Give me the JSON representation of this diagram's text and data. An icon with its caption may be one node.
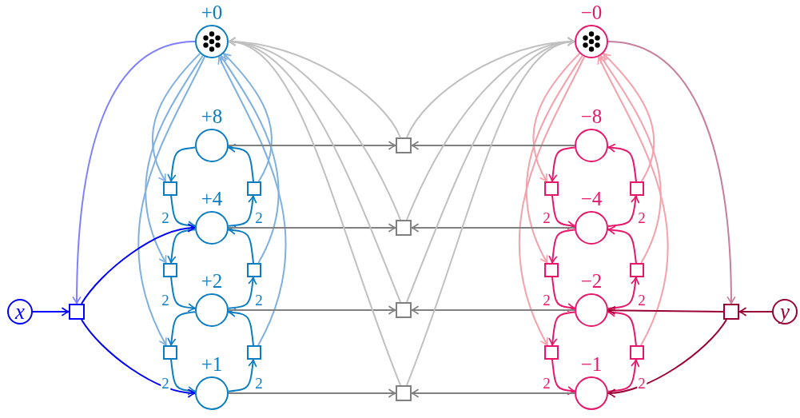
{
  "diagram": {
    "nodes": [
      {
        "text": [
          "+0"
        ]
      },
      {
        "text": [
          "+8"
        ]
      },
      {
        "text": [
          "+4"
        ]
      },
      {
        "text": [
          "+2"
        ]
      },
      {
        "text": [
          "+1"
        ]
      },
      {
        "text": [],
        "shape": "box"
      },
      {
        "text": [],
        "shape": "box"
      },
      {
        "text": [],
        "shape": "box"
      },
      {
        "text": [],
        "shape": "box"
      },
      {
        "text": [],
        "shape": "box"
      },
      {
        "text": [],
        "shape": "box"
      },
      {
        "text": [],
        "shape": "box"
      },
      {
        "text": [],
        "shape": "box"
      },
      {
        "text": [],
        "shape": "box"
      },
      {
        "text": [],
        "shape": "box"
      },
      {
        "text": [
          "−0"
        ]
      },
      {
        "text": [
          "−8"
        ]
      },
      {
        "text": [
          "−4"
        ]
      },
      {
        "text": [
          "−2"
        ]
      },
      {
        "text": [
          "−1"
        ]
      },
      {
        "text": [],
        "shape": "box"
      },
      {
        "text": [],
        "shape": "box"
      },
      {
        "text": [],
        "shape": "box"
      },
      {
        "text": [],
        "shape": "box"
      },
      {
        "text": [],
        "shape": "box"
      },
      {
        "text": [],
        "shape": "box"
      },
      {
        "text": [
          "x"
        ]
      },
      {
        "text": [],
        "shape": "box"
      },
      {
        "text": [
          "y"
        ]
      },
      {
        "text": [],
        "shape": "box"
      }
    ],
    "edges": [
      {
        "from": 1,
        "to": 5,
        "arrow": "to",
        "color": "#0a7dc2"
      },
      {
        "from": 5,
        "to": 2,
        "arrow": "to",
        "label": "2",
        "color": "#0a7dc2"
      },
      {
        "from": 2,
        "to": 6,
        "arrow": "to",
        "label": "2",
        "color": "#0a7dc2"
      },
      {
        "from": 6,
        "to": 1,
        "arrow": "to",
        "color": "#0a7dc2"
      },
      {
        "from": 2,
        "to": 7,
        "arrow": "to",
        "color": "#0a7dc2"
      },
      {
        "from": 7,
        "to": 3,
        "arrow": "to",
        "label": "2",
        "color": "#0a7dc2"
      },
      {
        "from": 3,
        "to": 8,
        "arrow": "to",
        "label": "2",
        "color": "#0a7dc2"
      },
      {
        "from": 8,
        "to": 2,
        "arrow": "to",
        "color": "#0a7dc2"
      },
      {
        "from": 3,
        "to": 9,
        "arrow": "to",
        "color": "#0a7dc2"
      },
      {
        "from": 9,
        "to": 4,
        "arrow": "to",
        "label": "2",
        "color": "#0a7dc2"
      },
      {
        "from": 4,
        "to": 10,
        "arrow": "to",
        "label": "2",
        "color": "#0a7dc2"
      },
      {
        "from": 10,
        "to": 3,
        "arrow": "to",
        "color": "#0a7dc2"
      },
      {
        "from": 0,
        "to": 5,
        "arrow": "to",
        "color": "#7eb0e0"
      },
      {
        "from": 0,
        "to": 7,
        "arrow": "to",
        "color": "#7eb0e0"
      },
      {
        "from": 0,
        "to": 9,
        "arrow": "to",
        "color": "#7eb0e0"
      },
      {
        "from": 6,
        "to": 0,
        "arrow": "to",
        "color": "#7eb0e0"
      },
      {
        "from": 8,
        "to": 0,
        "arrow": "to",
        "color": "#7eb0e0"
      },
      {
        "from": 10,
        "to": 0,
        "arrow": "to",
        "color": "#7eb0e0"
      },
      {
        "from": 16,
        "to": 20,
        "arrow": "to",
        "color": "#e8166a"
      },
      {
        "from": 20,
        "to": 17,
        "arrow": "to",
        "label": "2",
        "color": "#e8166a"
      },
      {
        "from": 17,
        "to": 21,
        "arrow": "to",
        "label": "2",
        "color": "#e8166a"
      },
      {
        "from": 21,
        "to": 16,
        "arrow": "to",
        "color": "#e8166a"
      },
      {
        "from": 17,
        "to": 22,
        "arrow": "to",
        "color": "#e8166a"
      },
      {
        "from": 22,
        "to": 18,
        "arrow": "to",
        "label": "2",
        "color": "#e8166a"
      },
      {
        "from": 18,
        "to": 23,
        "arrow": "to",
        "label": "2",
        "color": "#e8166a"
      },
      {
        "from": 23,
        "to": 17,
        "arrow": "to",
        "color": "#e8166a"
      },
      {
        "from": 18,
        "to": 24,
        "arrow": "to",
        "color": "#e8166a"
      },
      {
        "from": 24,
        "to": 19,
        "arrow": "to",
        "label": "2",
        "color": "#e8166a"
      },
      {
        "from": 19,
        "to": 25,
        "arrow": "to",
        "label": "2",
        "color": "#e8166a"
      },
      {
        "from": 25,
        "to": 18,
        "arrow": "to",
        "color": "#e8166a"
      },
      {
        "from": 15,
        "to": 20,
        "arrow": "to",
        "color": "#f5a0aa"
      },
      {
        "from": 15,
        "to": 22,
        "arrow": "to",
        "color": "#f5a0aa"
      },
      {
        "from": 15,
        "to": 24,
        "arrow": "to",
        "color": "#f5a0aa"
      },
      {
        "from": 21,
        "to": 15,
        "arrow": "to",
        "color": "#f5a0aa"
      },
      {
        "from": 23,
        "to": 15,
        "arrow": "to",
        "color": "#f5a0aa"
      },
      {
        "from": 25,
        "to": 15,
        "arrow": "to",
        "color": "#f5a0aa"
      },
      {
        "from": 1,
        "to": 11,
        "arrow": "to",
        "color": "#808080"
      },
      {
        "from": 16,
        "to": 11,
        "arrow": "to",
        "color": "#808080"
      },
      {
        "from": 2,
        "to": 12,
        "arrow": "to",
        "color": "#808080"
      },
      {
        "from": 17,
        "to": 12,
        "arrow": "to",
        "color": "#808080"
      },
      {
        "from": 3,
        "to": 13,
        "arrow": "to",
        "color": "#808080"
      },
      {
        "from": 18,
        "to": 13,
        "arrow": "to",
        "color": "#808080"
      },
      {
        "from": 4,
        "to": 14,
        "arrow": "to",
        "color": "#808080"
      },
      {
        "from": 19,
        "to": 14,
        "arrow": "to",
        "color": "#808080"
      },
      {
        "from": 11,
        "to": 0,
        "arrow": "to",
        "color": "#c0c0c0"
      },
      {
        "from": 11,
        "to": 15,
        "arrow": "to",
        "color": "#c0c0c0"
      },
      {
        "from": 12,
        "to": 0,
        "arrow": "to",
        "color": "#c0c0c0"
      },
      {
        "from": 12,
        "to": 15,
        "arrow": "to",
        "color": "#c0c0c0"
      },
      {
        "from": 13,
        "to": 0,
        "arrow": "to",
        "color": "#c0c0c0"
      },
      {
        "from": 13,
        "to": 15,
        "arrow": "to",
        "color": "#c0c0c0"
      },
      {
        "from": 14,
        "to": 0,
        "arrow": "to",
        "color": "#c0c0c0"
      },
      {
        "from": 14,
        "to": 15,
        "arrow": "to",
        "color": "#c0c0c0"
      },
      {
        "from": 26,
        "to": 27,
        "arrow": "to",
        "color": "#0000ff"
      },
      {
        "from": 27,
        "to": 2,
        "arrow": "to",
        "color": "#0000ff"
      },
      {
        "from": 27,
        "to": 4,
        "arrow": "to",
        "color": "#0000ff"
      },
      {
        "from": 0,
        "to": 27,
        "arrow": "to",
        "color": "#8080ff"
      },
      {
        "from": 28,
        "to": 29,
        "arrow": "to",
        "color": "#990033"
      },
      {
        "from": 29,
        "to": 18,
        "arrow": "to",
        "color": "#990033"
      },
      {
        "from": 29,
        "to": 19,
        "arrow": "to",
        "color": "#990033"
      },
      {
        "from": 15,
        "to": 29,
        "arrow": "to",
        "color": "#c87e9c"
      }
    ]
  }
}
